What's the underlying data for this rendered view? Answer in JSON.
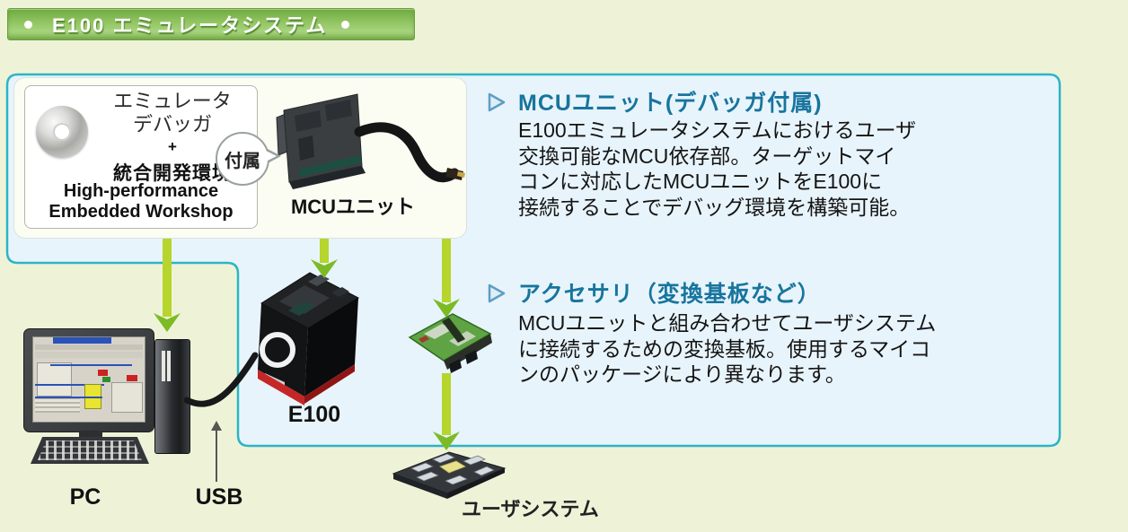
{
  "banner": {
    "title": "E100 エミュレータシステム"
  },
  "bundle_box": {
    "software": {
      "line1": "エミュレータ",
      "line2": "デバッガ",
      "plus": "+",
      "ide": "統合開発環境",
      "en1": "High-performance",
      "en2": "Embedded Workshop"
    },
    "badge": "付属",
    "mcu_unit_label": "MCUユニット"
  },
  "sections": [
    {
      "heading": "MCUユニット(デバッガ付属)",
      "body": "E100エミュレータシステムにおけるユーザ\n交換可能なMCU依存部。ターゲットマイ\nコンに対応したMCUユニットをE100に\n接続することでデバッグ環境を構築可能。"
    },
    {
      "heading": "アクセサリ（変換基板など）",
      "body": "MCUユニットと組み合わせてユーザシステム\nに接続するための変換基板。使用するマイコ\nンのパッケージにより異なります。"
    }
  ],
  "labels": {
    "pc": "PC",
    "usb": "USB",
    "e100": "E100",
    "user_system": "ユーザシステム"
  },
  "icons": {
    "cd": "cd-disc-icon",
    "bullet": "banner-bullet-dot",
    "section_marker": "triangle-right-icon",
    "arrow": "green-down-arrow"
  },
  "colors": {
    "page_bg": "#eef3d8",
    "banner_green": "#8fc35f",
    "panel_fill": "#e8f4fb",
    "panel_border": "#2db4c5",
    "heading_teal": "#17759e",
    "arrow_shaft": "#b6d52d",
    "arrow_head": "#7cbb25",
    "e100_base_red": "#c52727"
  }
}
